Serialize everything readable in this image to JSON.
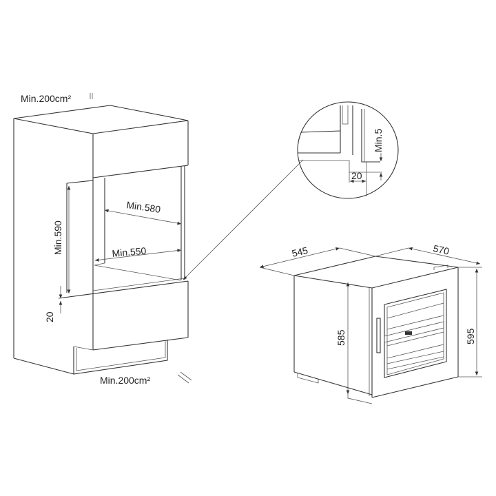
{
  "cabinet": {
    "top_vent": "Min.200cm²",
    "bottom_vent": "Min.200cm²",
    "height": "Min.590",
    "depth": "Min.580",
    "width": "Min.550",
    "shelf_gap": "20"
  },
  "detail": {
    "gap": "Min.5",
    "offset": "20"
  },
  "appliance": {
    "width": "545",
    "depth": "570",
    "height_total": "595",
    "height_body": "585"
  }
}
